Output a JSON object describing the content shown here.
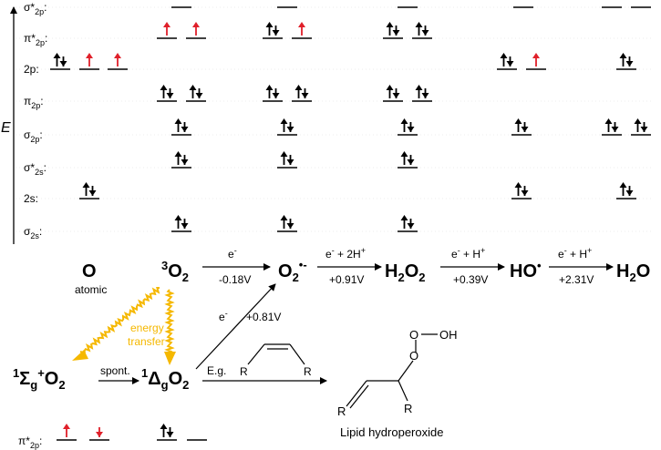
{
  "axis": {
    "label": "E"
  },
  "level_labels": [
    {
      "id": "s2p_star",
      "sym": "σ*",
      "sub": "2p",
      "suffix": ":"
    },
    {
      "id": "p2p_star",
      "sym": "π*",
      "sub": "2p",
      "suffix": ":"
    },
    {
      "id": "ao2p",
      "sym": "2p:",
      "sub": "",
      "suffix": ""
    },
    {
      "id": "p2p",
      "sym": "π",
      "sub": "2p",
      "suffix": ":"
    },
    {
      "id": "s2p",
      "sym": "σ",
      "sub": "2p",
      "suffix": ":"
    },
    {
      "id": "s2s_star",
      "sym": "σ*",
      "sub": "2s",
      "suffix": ":"
    },
    {
      "id": "ao2s",
      "sym": "2s:",
      "sub": "",
      "suffix": ""
    },
    {
      "id": "s2s",
      "sym": "σ",
      "sub": "2s",
      "suffix": ":"
    }
  ],
  "orbitals": [
    {
      "col": "O",
      "level": "ao2p",
      "occupancy": [
        "paired",
        "up_red",
        "up_red"
      ]
    },
    {
      "col": "O",
      "level": "ao2s",
      "occupancy": [
        "paired"
      ]
    },
    {
      "col": "3O2",
      "level": "s2p_star",
      "occupancy": [
        "empty"
      ]
    },
    {
      "col": "3O2",
      "level": "p2p_star",
      "occupancy": [
        "up_red",
        "up_red"
      ]
    },
    {
      "col": "3O2",
      "level": "p2p",
      "occupancy": [
        "paired",
        "paired"
      ]
    },
    {
      "col": "3O2",
      "level": "s2p",
      "occupancy": [
        "paired"
      ]
    },
    {
      "col": "3O2",
      "level": "s2s_star",
      "occupancy": [
        "paired"
      ]
    },
    {
      "col": "3O2",
      "level": "s2s",
      "occupancy": [
        "paired"
      ]
    },
    {
      "col": "O2rad",
      "level": "s2p_star",
      "occupancy": [
        "empty"
      ]
    },
    {
      "col": "O2rad",
      "level": "p2p_star",
      "occupancy": [
        "paired",
        "up_red"
      ]
    },
    {
      "col": "O2rad",
      "level": "p2p",
      "occupancy": [
        "paired",
        "paired"
      ]
    },
    {
      "col": "O2rad",
      "level": "s2p",
      "occupancy": [
        "paired"
      ]
    },
    {
      "col": "O2rad",
      "level": "s2s_star",
      "occupancy": [
        "paired"
      ]
    },
    {
      "col": "O2rad",
      "level": "s2s",
      "occupancy": [
        "paired"
      ]
    },
    {
      "col": "H2O2",
      "level": "s2p_star",
      "occupancy": [
        "empty"
      ]
    },
    {
      "col": "H2O2",
      "level": "p2p_star",
      "occupancy": [
        "paired",
        "paired"
      ]
    },
    {
      "col": "H2O2",
      "level": "p2p",
      "occupancy": [
        "paired",
        "paired"
      ]
    },
    {
      "col": "H2O2",
      "level": "s2p",
      "occupancy": [
        "paired"
      ]
    },
    {
      "col": "H2O2",
      "level": "s2s_star",
      "occupancy": [
        "paired"
      ]
    },
    {
      "col": "H2O2",
      "level": "s2s",
      "occupancy": [
        "paired"
      ]
    },
    {
      "col": "HO",
      "level": "s2p_star",
      "occupancy": [
        "empty"
      ]
    },
    {
      "col": "HO",
      "level": "ao2p",
      "occupancy": [
        "paired",
        "up_red"
      ]
    },
    {
      "col": "HO",
      "level": "s2p",
      "occupancy": [
        "paired"
      ]
    },
    {
      "col": "HO",
      "level": "ao2s",
      "occupancy": [
        "paired"
      ]
    },
    {
      "col": "H2O",
      "level": "s2p_star",
      "occupancy": [
        "empty",
        "empty"
      ]
    },
    {
      "col": "H2O",
      "level": "ao2p",
      "occupancy": [
        "paired"
      ]
    },
    {
      "col": "H2O",
      "level": "s2p",
      "occupancy": [
        "paired",
        "paired"
      ]
    },
    {
      "col": "H2O",
      "level": "ao2s",
      "occupancy": [
        "paired"
      ]
    }
  ],
  "species": {
    "O": {
      "label": "O",
      "note": "atomic"
    },
    "triplet": {
      "sup": "3",
      "main": "O",
      "sub": "2"
    },
    "superoxide": {
      "main": "O",
      "sub": "2",
      "sup": "•-"
    },
    "peroxide": {
      "p1": "H",
      "s1": "2",
      "p2": "O",
      "s2": "2"
    },
    "hydroxyl": {
      "main": "HO",
      "sup": "•"
    },
    "water": {
      "p1": "H",
      "s1": "2",
      "p2": "O"
    },
    "sigma_singlet": {
      "sup1": "1",
      "sym": "Σ",
      "sub": "g",
      "sup2": "+",
      "main": "O",
      "sub2": "2"
    },
    "delta_singlet": {
      "sup1": "1",
      "sym": "Δ",
      "sub": "g",
      "main": "O",
      "sub2": "2"
    }
  },
  "reactions": [
    {
      "id": "r1",
      "top": "e",
      "top_sup": "-",
      "bottom": "-0.18V"
    },
    {
      "id": "r2",
      "top": "e",
      "top_sup": "-",
      "top2": " + 2H",
      "top2_sup": "+",
      "bottom": "+0.91V"
    },
    {
      "id": "r3",
      "top": "e",
      "top_sup": "-",
      "top2": " + H",
      "top2_sup": "+",
      "bottom": "+0.39V"
    },
    {
      "id": "r4",
      "top": "e",
      "top_sup": "-",
      "top2": " + H",
      "top2_sup": "+",
      "bottom": "+2.31V"
    },
    {
      "id": "r5",
      "top": "e",
      "top_sup": "-",
      "bottom": "+0.81V"
    }
  ],
  "energy_transfer": {
    "line1": "energy",
    "line2": "transfer",
    "color": "#f5b800"
  },
  "spont": "spont.",
  "eg": "E.g.",
  "lipid": {
    "caption": "Lipid hydroperoxide",
    "R": "R",
    "O": "O",
    "OH": "OH"
  },
  "singlet_levels": {
    "sym": "π*",
    "sub": "2p",
    "suffix": ":"
  },
  "colors": {
    "ink": "#000000",
    "red_spin": "#e0202a",
    "yellow": "#f5b800"
  }
}
